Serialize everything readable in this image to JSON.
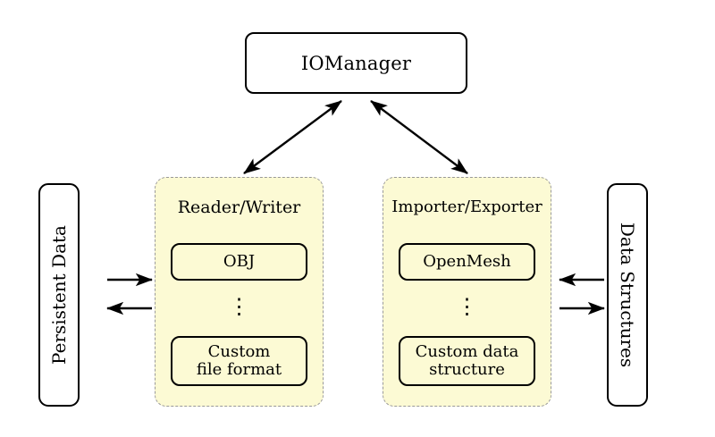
{
  "diagram": {
    "title_node": {
      "label": "IOManager"
    },
    "left_side_box": {
      "label": "Persistent Data"
    },
    "right_side_box": {
      "label": "Data Structures"
    },
    "groups": [
      {
        "title": "Reader/Writer",
        "top_item": "OBJ",
        "ellipsis": "⋮",
        "bottom_item_line1": "Custom",
        "bottom_item_line2": "file format"
      },
      {
        "title": "Importer/Exporter",
        "top_item": "OpenMesh",
        "ellipsis": "⋮",
        "bottom_item_line1": "Custom data",
        "bottom_item_line2": "structure"
      }
    ],
    "colors": {
      "group_fill": "#fcfad4",
      "group_border": "#999999",
      "node_border": "#000000",
      "background": "#ffffff",
      "text": "#000000"
    },
    "connections": [
      {
        "from": "IOManager",
        "to": "Reader/Writer",
        "style": "double-headed-diagonal"
      },
      {
        "from": "IOManager",
        "to": "Importer/Exporter",
        "style": "double-headed-diagonal"
      },
      {
        "from": "Persistent Data",
        "to": "Reader/Writer",
        "style": "single-headed-right"
      },
      {
        "from": "Reader/Writer",
        "to": "Persistent Data",
        "style": "single-headed-left"
      },
      {
        "from": "Importer/Exporter",
        "to": "Data Structures",
        "style": "single-headed-left"
      },
      {
        "from": "Data Structures",
        "to": "Importer/Exporter",
        "style": "single-headed-right"
      }
    ]
  }
}
